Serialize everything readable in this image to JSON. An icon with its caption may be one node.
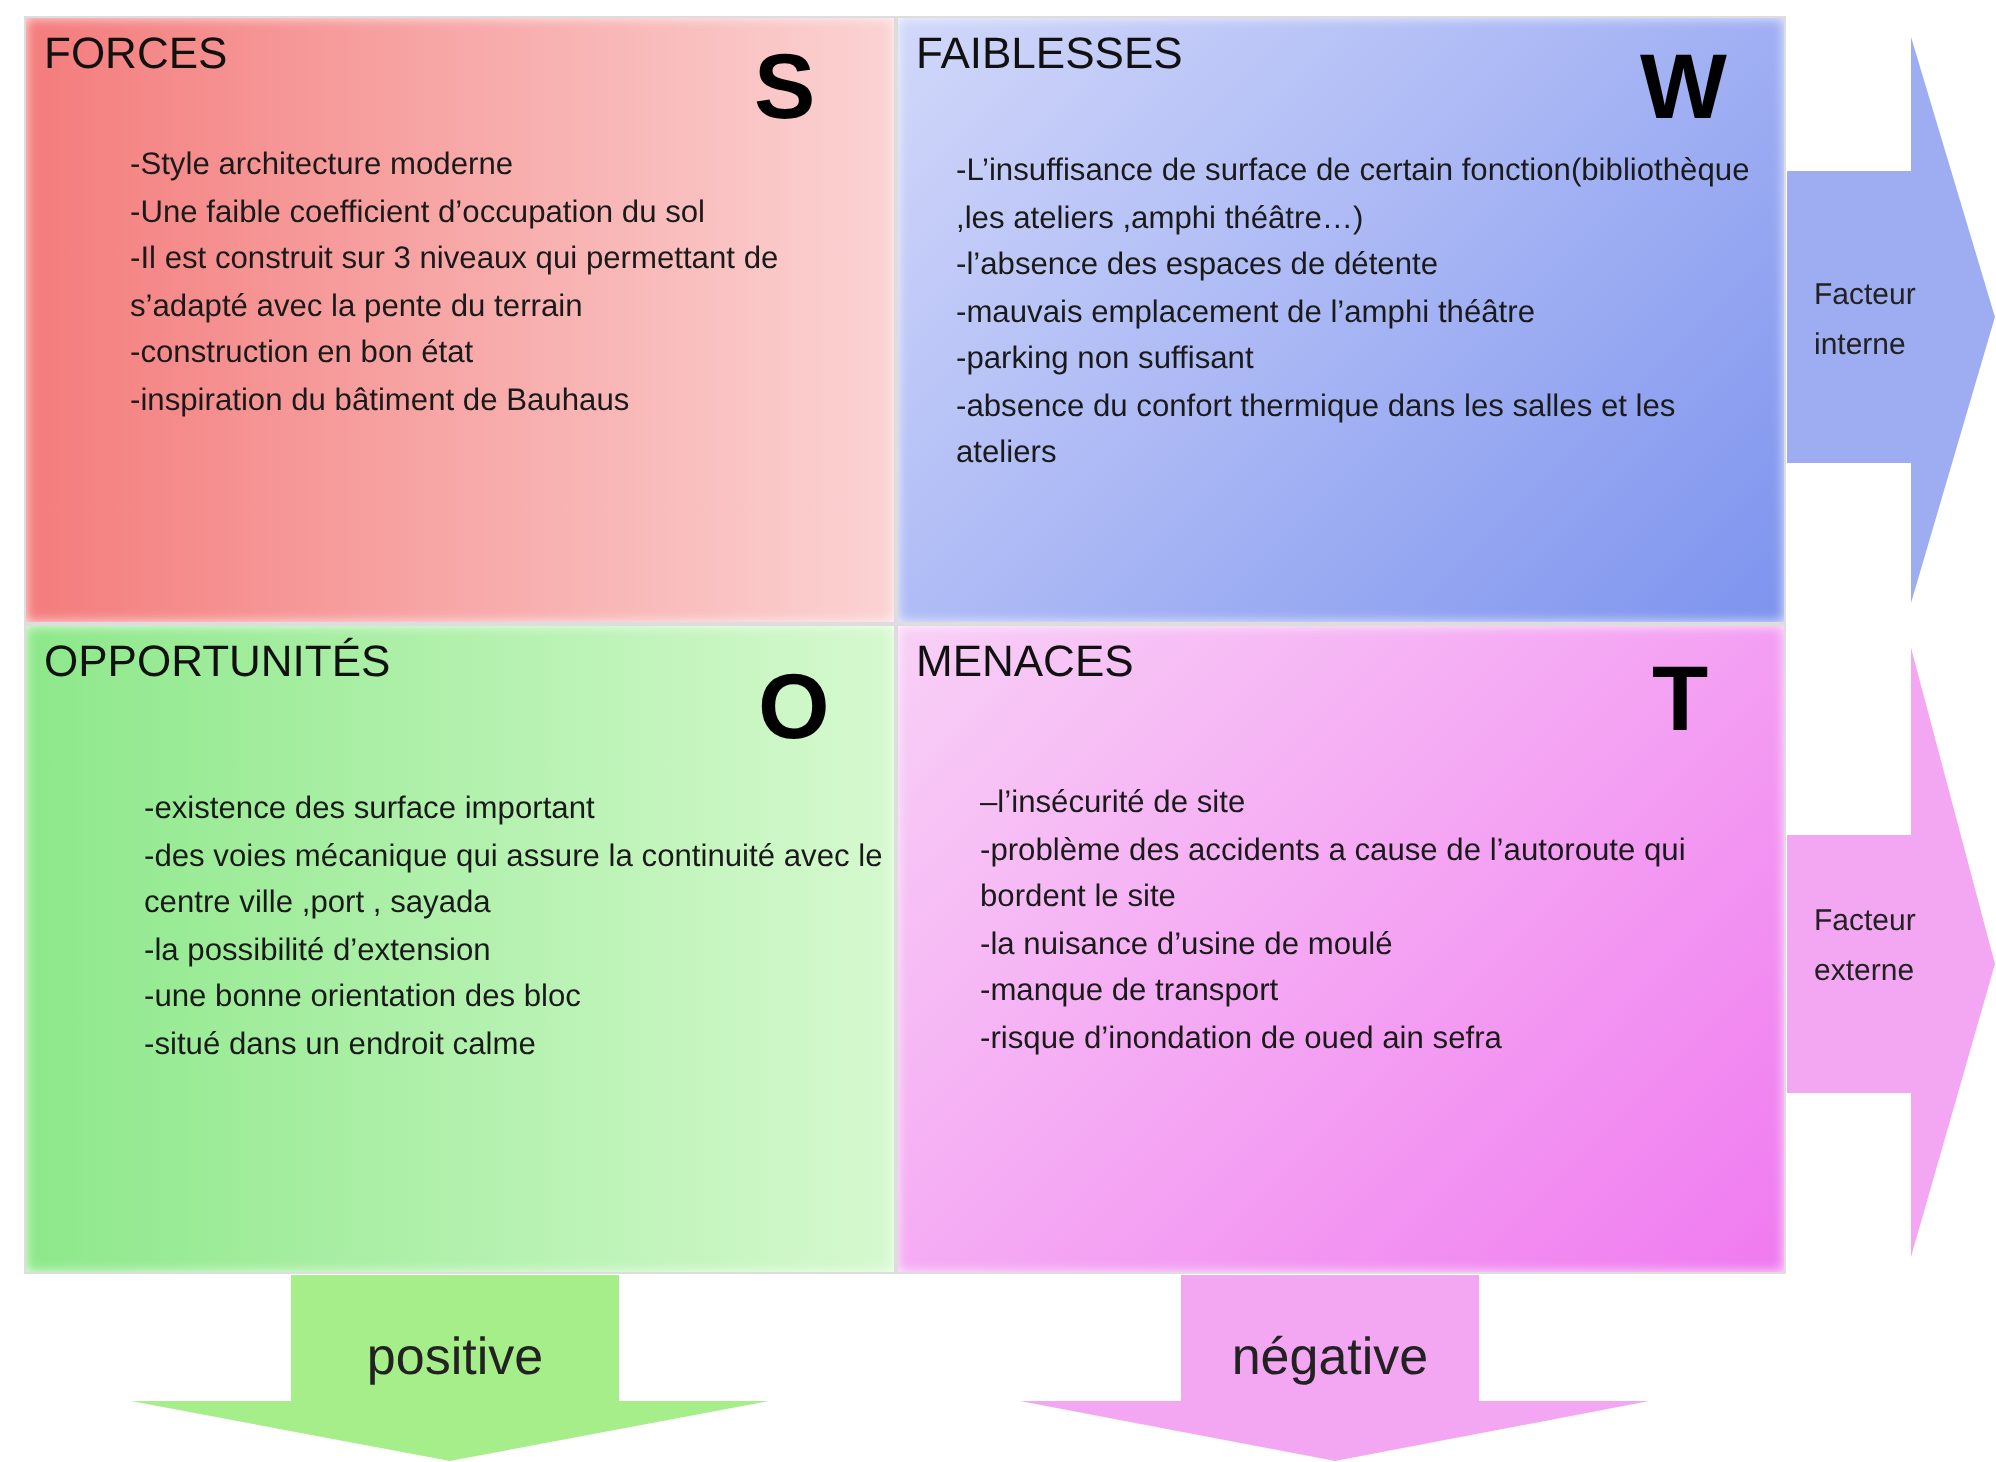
{
  "diagram": {
    "nodes": [
      {
        "text": [
          "FORCES",
          "S",
          "-Style architecture moderne",
          "-Une faible coefficient d’occupation du sol",
          "-Il est construit sur 3 niveaux qui permettant de s’adapté avec la pente du terrain",
          "-construction en bon état",
          "-inspiration du bâtiment de Bauhaus"
        ]
      },
      {
        "text": [
          "FAIBLESSES",
          "W",
          "-L’insuffisance de surface de certain fonction(bibliothèque ,les ateliers ,amphi théâtre…)",
          "-l’absence des espaces de détente",
          "-mauvais emplacement de l’amphi théâtre",
          "-parking non suffisant",
          "-absence du confort thermique dans les salles et les ateliers"
        ]
      },
      {
        "text": [
          "Facteur interne"
        ]
      },
      {
        "text": [
          "OPPORTUNITÉS",
          "O",
          "-existence des surface important",
          "-des voies mécanique qui assure la continuité avec le centre ville ,port , sayada",
          "-la possibilité d’extension",
          "-une bonne orientation des bloc",
          "-situé dans un endroit calme"
        ]
      },
      {
        "text": [
          "MENACES",
          "T",
          "–l’insécurité de site",
          "-problème des accidents a cause de l’autoroute qui bordent le site",
          "-la nuisance d’usine de moulé",
          "-manque de transport",
          "-risque d’inondation de oued ain sefra"
        ]
      },
      {
        "text": [
          "Facteur externe"
        ]
      },
      {
        "text": [
          "positive"
        ]
      },
      {
        "text": [
          "négative"
        ]
      }
    ],
    "edges": []
  }
}
